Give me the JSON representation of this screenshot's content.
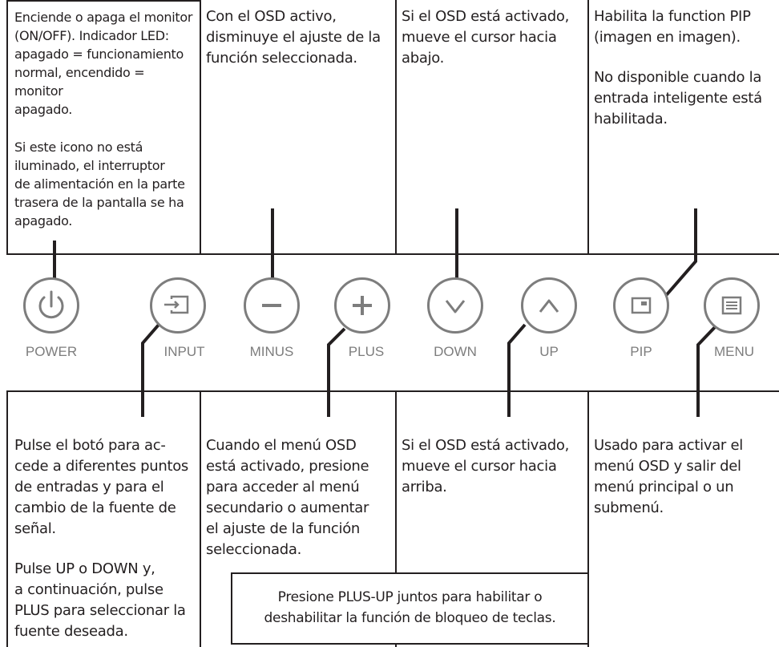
{
  "top": [
    {
      "id": "power",
      "paragraphs": [
        "Enciende o apaga el monitor\n(ON/OFF). Indicador LED:\napagado = funcionamiento\nnormal, encendido = monitor\napagado.",
        "Si este icono no está\niluminado, el interruptor\nde alimentación en la parte\ntrasera de la pantalla se ha\napagado."
      ]
    },
    {
      "id": "minus",
      "paragraphs": [
        "Con el OSD activo,\ndisminuye el ajuste de la\nfunción seleccionada."
      ]
    },
    {
      "id": "down",
      "paragraphs": [
        "Si el OSD está activado,\nmueve el cursor hacia\nabajo."
      ]
    },
    {
      "id": "pip",
      "paragraphs": [
        "Habilita la function PIP\n(imagen en imagen).",
        "No disponible cuando la\nentrada inteligente está\nhabilitada."
      ]
    }
  ],
  "buttons": [
    {
      "label": "POWER",
      "icon": "power-icon"
    },
    {
      "label": "INPUT",
      "icon": "input-icon"
    },
    {
      "label": "MINUS",
      "icon": "minus-icon"
    },
    {
      "label": "PLUS",
      "icon": "plus-icon"
    },
    {
      "label": "DOWN",
      "icon": "chevron-down-icon"
    },
    {
      "label": "UP",
      "icon": "chevron-up-icon"
    },
    {
      "label": "PIP",
      "icon": "pip-icon"
    },
    {
      "label": "MENU",
      "icon": "menu-icon"
    }
  ],
  "bottom": [
    {
      "id": "input",
      "paragraphs": [
        "Pulse el botó para ac-\ncede a diferentes puntos\nde entradas y para el\ncambio de la fuente de\nseñal.",
        "Pulse UP o DOWN y,\na continuación, pulse\nPLUS para seleccionar la\nfuente deseada."
      ]
    },
    {
      "id": "plus",
      "paragraphs": [
        "Cuando el menú OSD\nestá activado, presione\npara acceder al menú\nsecundario o aumentar\nel ajuste de la función\nseleccionada."
      ]
    },
    {
      "id": "up",
      "paragraphs": [
        "Si el OSD está activado,\nmueve el cursor hacia\narriba."
      ]
    },
    {
      "id": "menu",
      "paragraphs": [
        "Usado para activar el\nmenú OSD y salir del\nmenú principal o un\nsubmenú."
      ]
    }
  ],
  "note": [
    "Presione PLUS-UP juntos para habilitar o\ndeshabilitar la función de bloqueo de teclas."
  ],
  "colors": {
    "ink": "#231f20",
    "button_gray": "#7d7d7d"
  }
}
